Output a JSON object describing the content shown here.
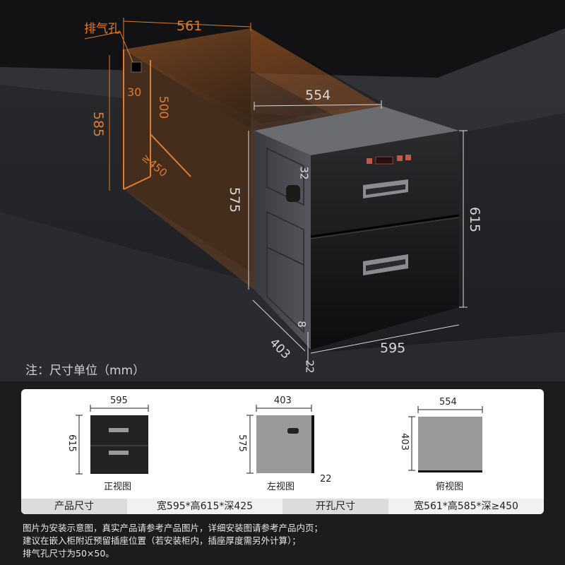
{
  "hero": {
    "vent_label": "排气孔",
    "dim_opening_width": "561",
    "dim_vent_size": "30",
    "dim_opening_height": "585",
    "dim_inner_height": "500",
    "dim_min_depth": "≥450",
    "dim_top_width": "554",
    "dim_body_height": "575",
    "dim_panel_offset": "32",
    "dim_total_height": "615",
    "dim_bottom_gap": "8",
    "dim_depth": "403",
    "dim_front_width": "595",
    "dim_panel_thickness": "22"
  },
  "note": "注：尺寸单位（mm）",
  "views": {
    "front": {
      "width": "595",
      "height": "615",
      "caption": "正视图"
    },
    "left": {
      "width": "403",
      "height": "575",
      "thickness": "22",
      "caption": "左视图"
    },
    "top": {
      "width": "554",
      "depth": "403",
      "caption": "俯视图"
    }
  },
  "specs": {
    "product_label": "产品尺寸",
    "product_value": "宽595*高615*深425",
    "cutout_label": "开孔尺寸",
    "cutout_value": "宽561*高585*深≥450"
  },
  "footnotes": [
    "图片为安装示意图，真实产品请参考产品图片，详细安装图请参考产品内页；",
    "建议在嵌入柜附近预留插座位置（若安装柜内，插座厚度需另外计算）；",
    "排气孔尺寸为50×50。"
  ]
}
